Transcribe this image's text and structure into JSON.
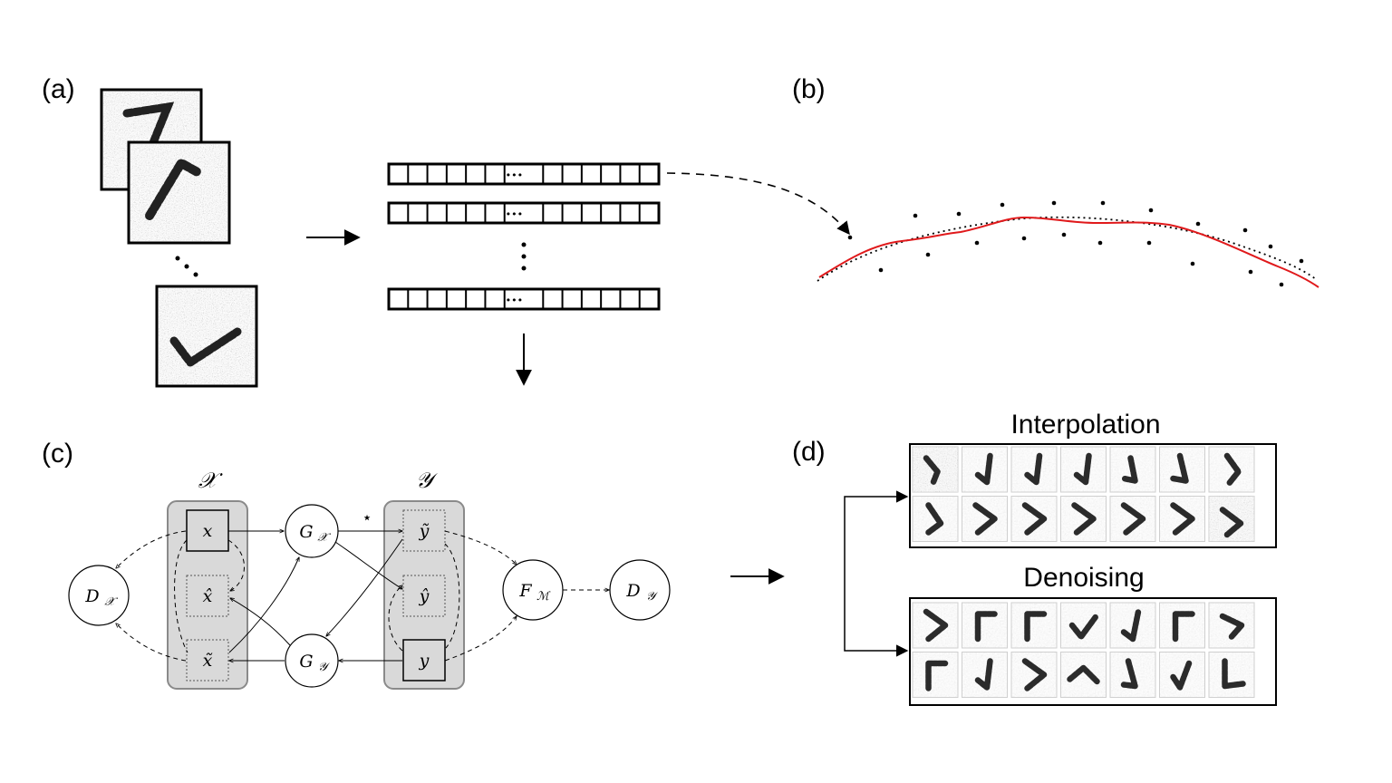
{
  "panels": {
    "a": {
      "label": "(a)"
    },
    "b": {
      "label": "(b)"
    },
    "c": {
      "label": "(c)"
    },
    "d": {
      "label": "(d)"
    }
  },
  "panel_a": {
    "vector_dots": "•••",
    "stack_dots": "⋮"
  },
  "panel_c": {
    "group_x_label": "𝒳",
    "group_y_label": "𝒴",
    "star": "⋆",
    "nodes": {
      "x": "x",
      "x_hat": "x̂",
      "x_tilde": "x̃",
      "y_tilde": "ỹ",
      "y_hat": "ŷ",
      "y": "y",
      "Gx_main": "G",
      "Gx_sub": "𝒳",
      "Gy_main": "G",
      "Gy_sub": "𝒴",
      "Dx_main": "D",
      "Dx_sub": "𝒳",
      "Dy_main": "D",
      "Dy_sub": "𝒴",
      "Fm_main": "F",
      "Fm_sub": "ℳ"
    }
  },
  "panel_d": {
    "interpolation_title": "Interpolation",
    "denoising_title": "Denoising"
  },
  "colors": {
    "fit_curve": "#e0191b",
    "group_fill": "#d9d9d9",
    "group_stroke": "#8a8a8a"
  }
}
